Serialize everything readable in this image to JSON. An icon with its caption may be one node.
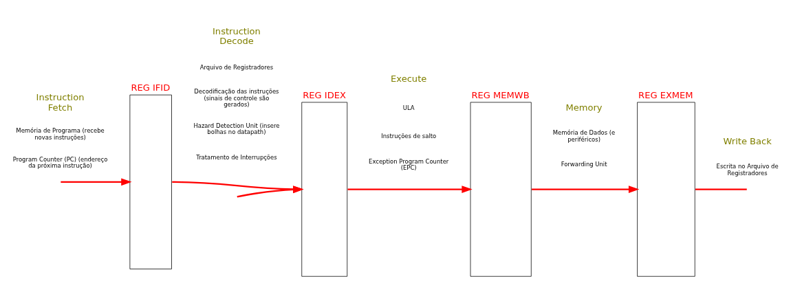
{
  "diagram": {
    "nodes": [
      {
        "text": [
          "REG IFID"
        ]
      },
      {
        "text": [
          "REG IDEX"
        ]
      },
      {
        "text": [
          "REG MEMWB"
        ]
      },
      {
        "text": [
          "REG EXMEM"
        ]
      }
    ],
    "edges": [
      {
        "from": null,
        "to": 0,
        "arrow": "to"
      },
      {
        "from": 0,
        "to": 1,
        "arrow": "to"
      },
      {
        "from": null,
        "to": 1,
        "arrow": "to"
      },
      {
        "from": 1,
        "to": 2,
        "arrow": "to"
      },
      {
        "from": 2,
        "to": 3,
        "arrow": "to"
      },
      {
        "from": 3,
        "to": null,
        "arrow": "none"
      }
    ],
    "labels": [
      "Instruction Fetch",
      "Instruction Decode",
      "Execute",
      "Memory",
      "Write Back",
      "Memória de Programa (recebe novas instruções)",
      "Program Counter (PC) (endereço da próxima instrução)",
      "Arquivo de Registradores",
      "Decodificação das instruções (sinais de controle são gerados)",
      "Hazard Detection Unit (insere bolhas no datapath)",
      "Tratamento de Interrupções",
      "ULA",
      "Instruções de salto",
      "Exception Program Counter (EPC)",
      "Memória de Dados (e periféricos)",
      "Forwarding Unit",
      "Escrita no Arquivo de Registradores"
    ]
  }
}
